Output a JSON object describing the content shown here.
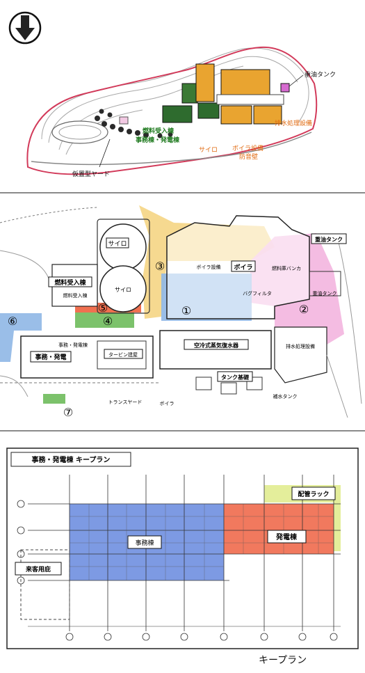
{
  "panel1": {
    "labels": {
      "heavy_oil_tank": "重油タンク",
      "fuel_receiving": "燃料受入棟",
      "office_power": "事務棟・発電棟",
      "water_treatment": "排水処理設備",
      "silo": "サイロ",
      "boiler": "ボイラ設備",
      "dust": "防音壁",
      "temp_yard": "仮置型ヤード"
    },
    "colors": {
      "orange": "#e9a430",
      "green": "#2e6b2e",
      "pink": "#d66bd0",
      "red_outline": "#d23a5a"
    }
  },
  "panel2": {
    "labels": {
      "silo_top": "サイロ",
      "silo_bottom": "サイロ",
      "fuel_receiving": "燃料受入棟",
      "fuel_receiving_sub": "燃料受入棟",
      "boiler": "ボイラ",
      "boiler_equipment": "ボイラ設備",
      "boiler_bunker": "燃料庫バンカ",
      "bag_filter": "バグフィルタ",
      "heavy_oil_tank": "重油タンク",
      "heavy_oil_tank_small": "重油タンク",
      "office_power": "事務・発電",
      "office_power_top": "事務・発電棟",
      "turbine": "タービン建屋",
      "air_cooled": "空冷式蒸気復水器",
      "tank_base": "タンク基礎",
      "water_treatment": "排水処理設備",
      "transformer": "トランスヤード",
      "boiler_sub": "ボイラ",
      "water_tank": "補水タンク"
    },
    "markers": [
      "①",
      "②",
      "③",
      "④",
      "⑤",
      "⑥",
      "⑦"
    ],
    "colors": {
      "yellow": "#f5d27d",
      "blue": "#8fb7e6",
      "pink": "#f3b5df",
      "red": "#f07050",
      "green": "#7cc26b"
    }
  },
  "panel3": {
    "title": "事務・発電棟 キープラン",
    "labels": {
      "office": "事務棟",
      "power": "発電棟",
      "pipe_rack": "配管ラック",
      "visitor": "来客用庇"
    },
    "colors": {
      "blue": "#6f8fe0",
      "red": "#f06a4d",
      "yellowgreen": "#e4ee9b"
    }
  },
  "caption": "キープラン"
}
